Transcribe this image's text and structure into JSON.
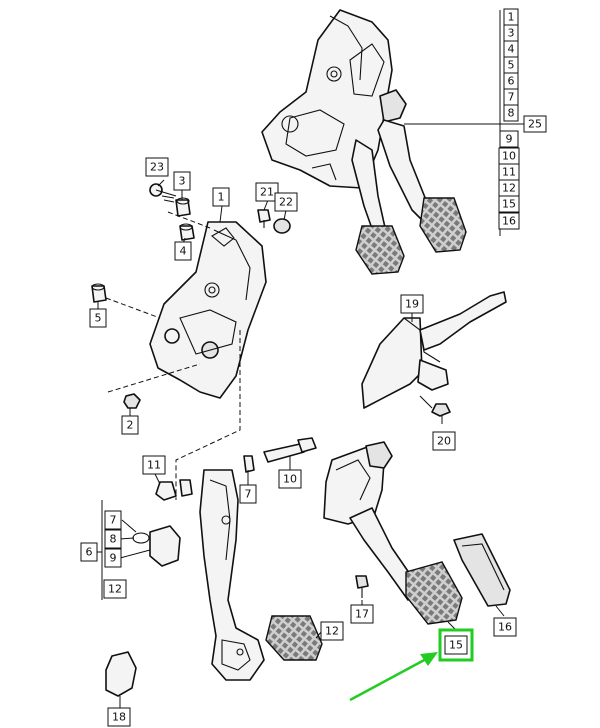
{
  "highlight_color": "#22cc22",
  "callouts": {
    "c1_top": "1",
    "c3_top": "3",
    "c4_top": "4",
    "c5_top": "5",
    "c6_top": "6",
    "c7_top": "7",
    "c8_top": "8",
    "c9_top": "9",
    "c10_top": "10",
    "c11_top": "11",
    "c12_top": "12",
    "c15_top": "15",
    "c16_top": "16",
    "c25": "25",
    "c23": "23",
    "c3_left": "3",
    "c4_left": "4",
    "c1_left": "1",
    "c21": "21",
    "c22": "22",
    "c5_left": "5",
    "c2": "2",
    "c19": "19",
    "c20": "20",
    "c11_low": "11",
    "c7_low": "7",
    "c10_low": "10",
    "c7_grp": "7",
    "c8_grp": "8",
    "c6_grp": "6",
    "c9_grp": "9",
    "c12_grp": "12",
    "c17": "17",
    "c12_pad": "12",
    "c16_low": "16",
    "c15_low": "15",
    "c18": "18"
  }
}
